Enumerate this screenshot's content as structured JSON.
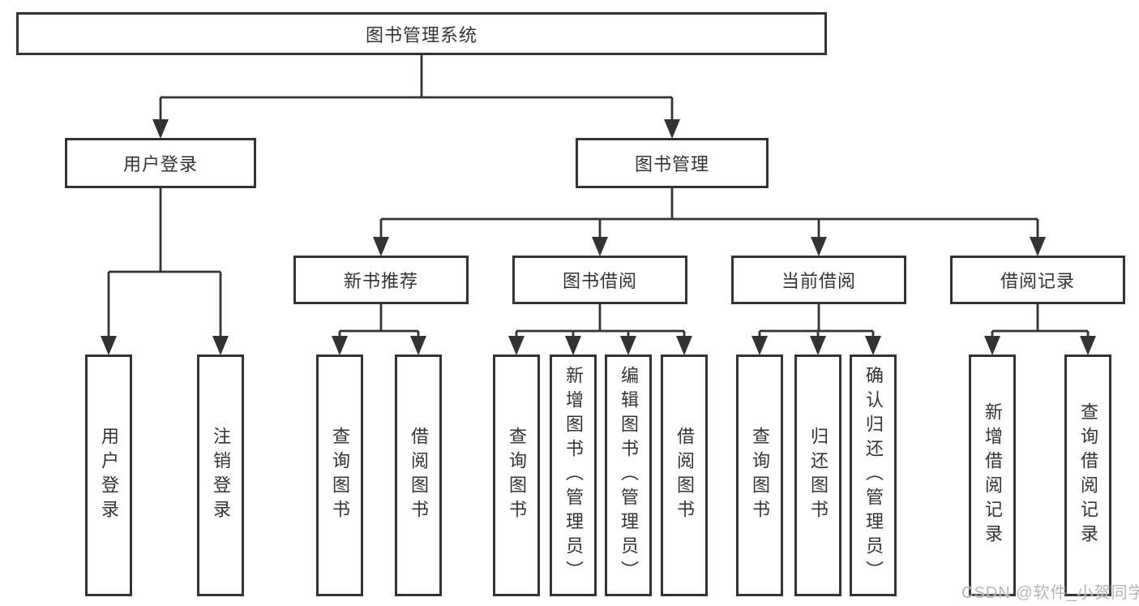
{
  "colors": {
    "line": "#333333",
    "text": "#333333",
    "background": "#ffffff",
    "watermark": "#b5b5b5"
  },
  "tree": {
    "root": {
      "label": "图书管理系统"
    },
    "branches": [
      {
        "label": "用户登录",
        "children": [
          {
            "label": "用户登录"
          },
          {
            "label": "注销登录"
          }
        ]
      },
      {
        "label": "图书管理",
        "children": [
          {
            "label": "新书推荐",
            "children": [
              {
                "label": "查询图书"
              },
              {
                "label": "借阅图书"
              }
            ]
          },
          {
            "label": "图书借阅",
            "children": [
              {
                "label": "查询图书"
              },
              {
                "label": "新增图书（管理员）"
              },
              {
                "label": "编辑图书（管理员）"
              },
              {
                "label": "借阅图书"
              }
            ]
          },
          {
            "label": "当前借阅",
            "children": [
              {
                "label": "查询图书"
              },
              {
                "label": "归还图书"
              },
              {
                "label": "确认归还（管理员）"
              }
            ]
          },
          {
            "label": "借阅记录",
            "children": [
              {
                "label": "新增借阅记录"
              },
              {
                "label": "查询借阅记录"
              }
            ]
          }
        ]
      }
    ]
  },
  "watermark": {
    "text": "CSDN @软件_小贺同学"
  }
}
